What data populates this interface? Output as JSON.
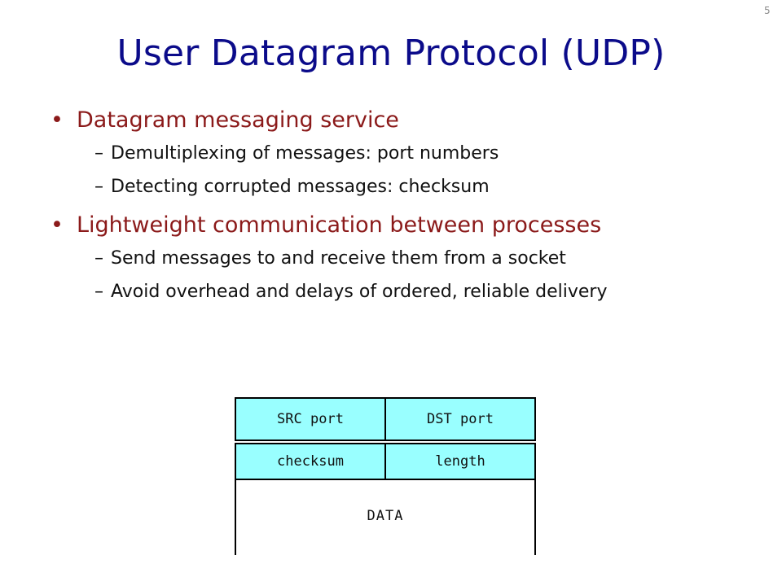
{
  "slide": {
    "number": "5",
    "title": "User Datagram Protocol (UDP)"
  },
  "bullets": [
    {
      "text": "Datagram messaging service",
      "subs": [
        "Demultiplexing of messages: port numbers",
        "Detecting corrupted messages: checksum"
      ]
    },
    {
      "text": "Lightweight communication between processes",
      "subs": [
        "Send messages to and receive them from a socket",
        "Avoid overhead and delays of ordered, reliable delivery"
      ]
    }
  ],
  "glyphs": {
    "bullet": "•",
    "dash": "–"
  },
  "diagram": {
    "src_port": "SRC port",
    "dst_port": "DST port",
    "checksum": "checksum",
    "length": "length",
    "data": "DATA",
    "header_color": "#99ffff"
  }
}
